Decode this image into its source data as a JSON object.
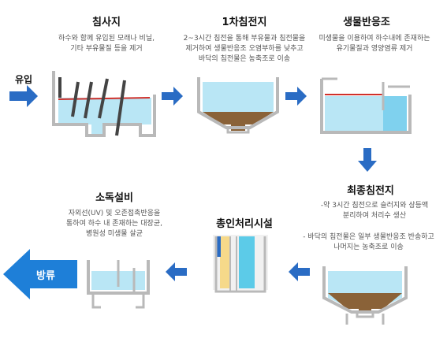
{
  "inflow_label": "유입",
  "outflow_label": "방류",
  "stages": {
    "screen": {
      "title": "침사지",
      "desc": [
        "하수와 함께 유입된 모래나 비닐,",
        "기타 부유물질 등을 제거"
      ]
    },
    "primary": {
      "title": "1차침전지",
      "desc": [
        "2~3시간 침전을 통해 부유물과 침전물을",
        "제거하여 생물반응조 오염부하를 낮추고",
        "바닥의 침전물은 농축조로 이송"
      ]
    },
    "bioreactor": {
      "title": "생물반응조",
      "desc": [
        "미생물을 이용하여 하수내에 존재하는",
        "유기물질과 영양염류 제거"
      ]
    },
    "final": {
      "title": "최종침전지",
      "desc_a": [
        "-약 3시간 침전으로 슬러지와 상등액",
        "분리하여 처리수 생산"
      ],
      "desc_b": [
        "- 바닥의 침전물은 일부 생물반응조 반송하고",
        "나머지는 농축조로 이송"
      ]
    },
    "tertiary": {
      "title": "총인처리시설"
    },
    "disinfection": {
      "title": "소독설비",
      "desc": [
        "자외선(UV) 및 오존접촉반응을",
        "통하여 하수 내 존재하는 대장균,",
        "병원성 미생물 살균"
      ]
    }
  },
  "colors": {
    "arrow": "#2a6cc4",
    "water": "#b9e6f5",
    "water_dark": "#7fd1ee",
    "tank_wall": "#b9b9b9",
    "sludge": "#8a6238",
    "red_line": "#d0302a",
    "bar": "#444444",
    "yellow": "#f6d98a",
    "cyan": "#5ccbe8",
    "outflow_arrow": "#1e7fd8"
  }
}
